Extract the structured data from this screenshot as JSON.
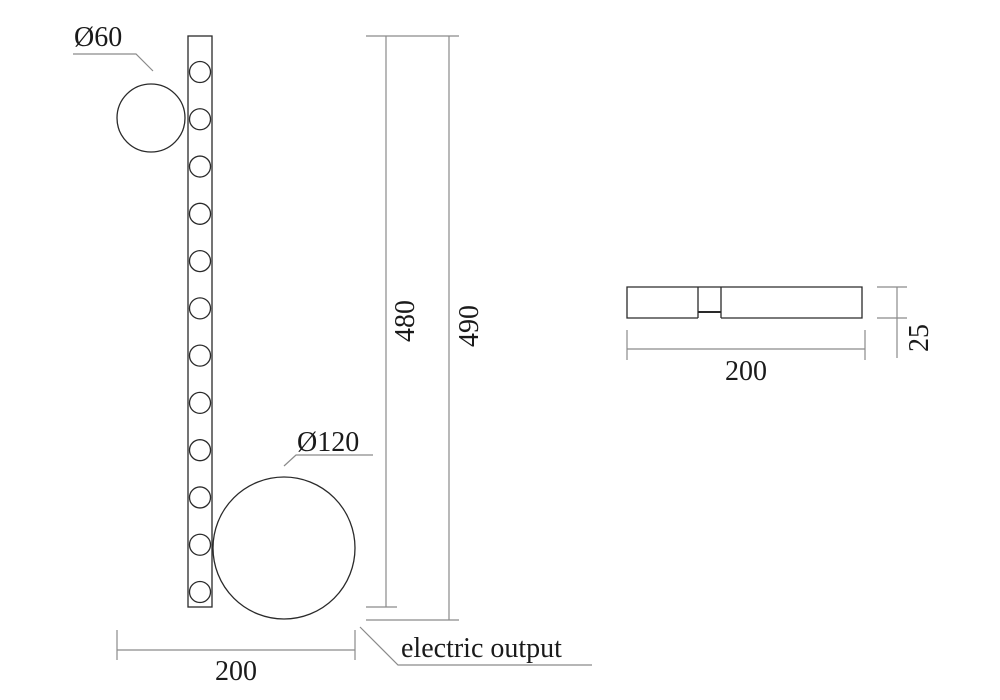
{
  "front_view": {
    "small_globe_label": "Ø60",
    "large_globe_label": "Ø120",
    "bead_count": 12,
    "height_inner_label": "480",
    "height_total_label": "490",
    "width_label": "200",
    "electric_output_label": "electric output"
  },
  "side_view": {
    "width_label": "200",
    "depth_label": "25"
  },
  "colors": {
    "line": "#2a2a2a",
    "dimension": "#8a8a8a"
  }
}
